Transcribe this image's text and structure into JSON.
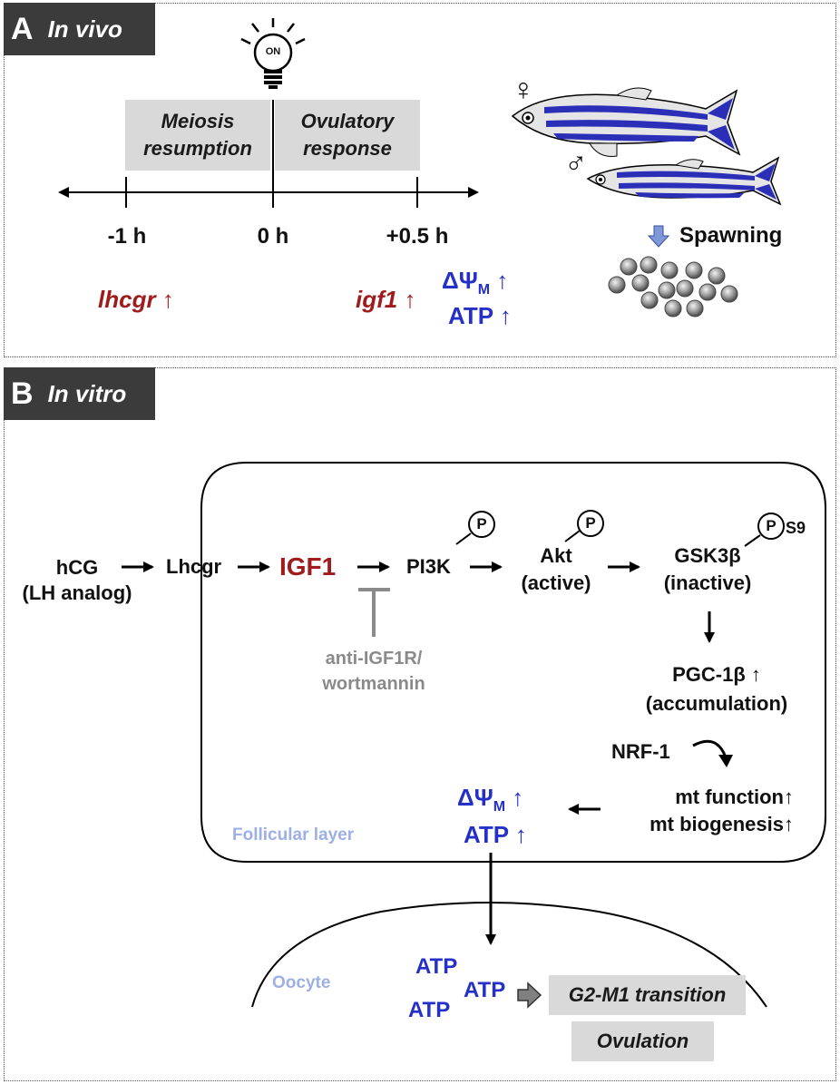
{
  "panel_a": {
    "letter": "A",
    "title": "In vivo",
    "light_icon_text": "ON",
    "box_meiosis": "Meiosis resumption",
    "box_ovulatory": "Ovulatory response",
    "tick_minus": "-1 h",
    "tick_zero": "0 h",
    "tick_plus": "+0.5 h",
    "lhcgr": "lhcgr",
    "igf1": "igf1",
    "up_arrow": "↑",
    "dpsi_main": "ΔΨ",
    "dpsi_sub": "M",
    "atp": "ATP",
    "female_symbol": "♀",
    "male_symbol": "♂",
    "spawning": "Spawning"
  },
  "panel_b": {
    "letter": "B",
    "title": "In vitro",
    "hcg": "hCG",
    "lh_analog": "(LH analog)",
    "lhcgr": "Lhcgr",
    "igf1": "IGF1",
    "pi3k": "PI3K",
    "akt": "Akt",
    "akt_state": "(active)",
    "gsk": "GSK3β",
    "gsk_state": "(inactive)",
    "phospho": "P",
    "s9": "S9",
    "inhibitor_line1": "anti-IGF1R/",
    "inhibitor_line2": "wortmannin",
    "pgc": "PGC-1β",
    "pgc_state": "(accumulation)",
    "nrf": "NRF-1",
    "mt_function": "mt function",
    "mt_biogenesis": "mt biogenesis",
    "up_arrow": "↑",
    "dpsi_main": "ΔΨ",
    "dpsi_sub": "M",
    "atp": "ATP",
    "follicular": "Follicular layer",
    "oocyte": "Oocyte",
    "g2m1": "G2-M1 transition",
    "ovulation": "Ovulation"
  },
  "colors": {
    "red": "#a01b1b",
    "blue": "#2430c8",
    "gray": "#8a8a8a",
    "light_blue": "#9db0e6",
    "fish_blue": "#2b2fb8"
  }
}
